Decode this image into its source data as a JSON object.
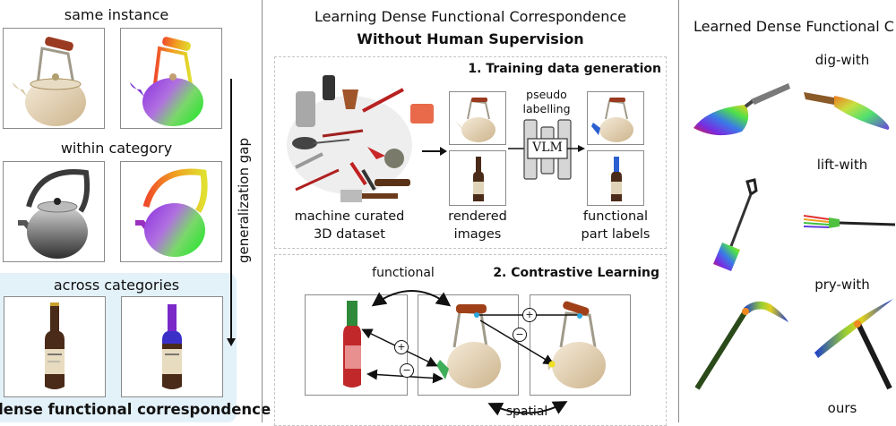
{
  "left_panel": {
    "rows": [
      {
        "label": "same instance",
        "images": [
          "kettle-photo",
          "kettle-correspondence-map"
        ]
      },
      {
        "label": "within category",
        "images": [
          "old-kettle-photo",
          "old-kettle-correspondence-map"
        ]
      },
      {
        "label": "across categories",
        "images": [
          "beer-bottle-photo",
          "beer-bottle-correspondence-map"
        ]
      }
    ],
    "gap_label": "generalization gap",
    "footer": "dense functional correspondence",
    "highlight_color": "#e3f1f9"
  },
  "middle_panel": {
    "title_line1": "Learning Dense Functional Correspondence",
    "title_line2": "Without Human Supervision",
    "stage1": {
      "title": "1. Training data generation",
      "dataset_label_line1": "machine curated",
      "dataset_label_line2": "3D dataset",
      "rendered_label_line1": "rendered",
      "rendered_label_line2": "images",
      "pseudo_label_line1": "pseudo",
      "pseudo_label_line2": "labelling",
      "vlm_label": "VLM",
      "output_label_line1": "functional",
      "output_label_line2": "part labels"
    },
    "stage2": {
      "title": "2. Contrastive Learning",
      "functional_label": "functional",
      "spatial_label": "spatial",
      "positive_symbol": "+",
      "negative_symbol": "−"
    }
  },
  "right_panel": {
    "title": "Learned Dense Functional C",
    "groups": [
      {
        "label": "dig-with",
        "objects": [
          "trowel",
          "kukri-knife"
        ]
      },
      {
        "label": "lift-with",
        "objects": [
          "shovel",
          "fork"
        ]
      },
      {
        "label": "pry-with",
        "objects": [
          "sickle-tool",
          "pickaxe"
        ]
      }
    ],
    "footer": "ours"
  },
  "colors": {
    "divider": "#8a8a8a",
    "frame": "#8a8a8a",
    "dashed": "#c4c4c4",
    "part_blue": "#2b5fd0",
    "part_green": "#3fae5a",
    "point_blue": "#2aa7e0",
    "point_yellow": "#f0e020"
  }
}
